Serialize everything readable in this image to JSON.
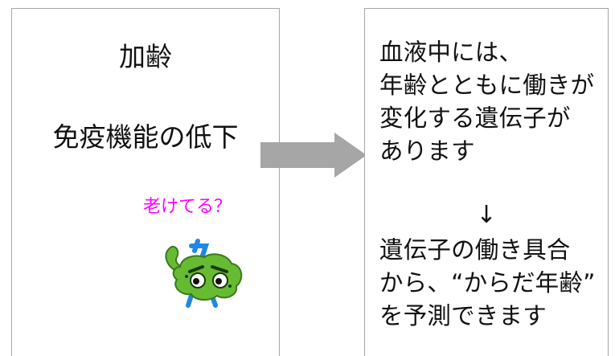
{
  "left_panel": {
    "title": "加齢",
    "subtitle": "免疫機能の低下",
    "bubble_text": "老けてる？",
    "mascot_icon": "green-blob-mascot-icon",
    "mascot_color": "#66bb33",
    "mascot_accent": "#1e88e5",
    "bubble_color": "#ff00ff"
  },
  "arrow": {
    "icon": "right-arrow-icon",
    "color": "#a6a6a6"
  },
  "right_panel": {
    "top_lines": [
      "血液中には、",
      "年齢とともに働きが",
      "変化する遺伝子が",
      "あります"
    ],
    "down_arrow": "↓",
    "bottom_lines": [
      "遺伝子の働き具合",
      "から、“からだ年齢”",
      "を予測できます"
    ]
  }
}
